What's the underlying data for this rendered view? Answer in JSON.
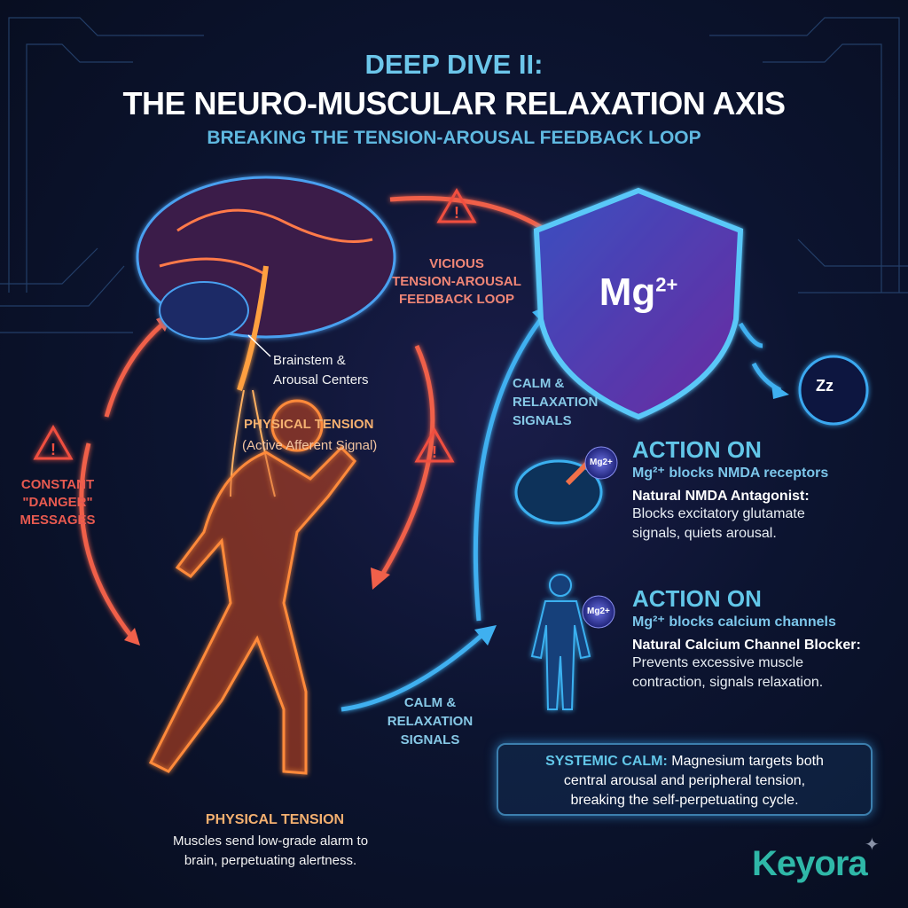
{
  "header": {
    "title_line1": "DEEP DIVE II:",
    "title_line2": "THE NEURO-MUSCULAR RELAXATION AXIS",
    "subtitle": "BREAKING THE TENSION-AROUSAL FEEDBACK LOOP"
  },
  "loop": {
    "label": [
      "VICIOUS",
      "TENSION-AROUSAL",
      "FEEDBACK LOOP"
    ],
    "brainstem": [
      "Brainstem &",
      "Arousal Centers"
    ],
    "tension_title": "PHYSICAL TENSION",
    "tension_sub": "(Active Afferent Signal)",
    "danger": [
      "CONSTANT",
      "\"DANGER\"",
      "MESSAGES"
    ]
  },
  "calm_top": [
    "CALM &",
    "RELAXATION",
    "SIGNALS"
  ],
  "calm_bottom": [
    "CALM &",
    "RELAXATION",
    "SIGNALS"
  ],
  "shield": {
    "symbol": "Mg",
    "charge": "2+"
  },
  "sleep_icon": "Zz",
  "bottom_tension": {
    "title": "PHYSICAL TENSION",
    "desc": [
      "Muscles send low-grade alarm to",
      "brain, perpetuating alertness."
    ]
  },
  "actions": [
    {
      "ion": "Mg2+",
      "title": "ACTION ON",
      "mechanism": "Mg²⁺ blocks NMDA receptors",
      "heading": "Natural NMDA Antagonist:",
      "desc": [
        "Blocks excitatory glutamate",
        "signals, quiets arousal."
      ]
    },
    {
      "ion": "Mg2+",
      "title": "ACTION ON",
      "mechanism": "Mg²⁺ blocks calcium channels",
      "heading": "Natural Calcium Channel Blocker:",
      "desc": [
        "Prevents excessive muscle",
        "contraction, signals relaxation."
      ]
    }
  ],
  "systemic": {
    "label": "SYSTEMIC CALM:",
    "text1": " Magnesium targets both",
    "text2": "central arousal and peripheral tension,",
    "text3": "breaking the self-perpetuating cycle."
  },
  "brand": {
    "name": "Keyora",
    "color": "#2fb8a8"
  }
}
